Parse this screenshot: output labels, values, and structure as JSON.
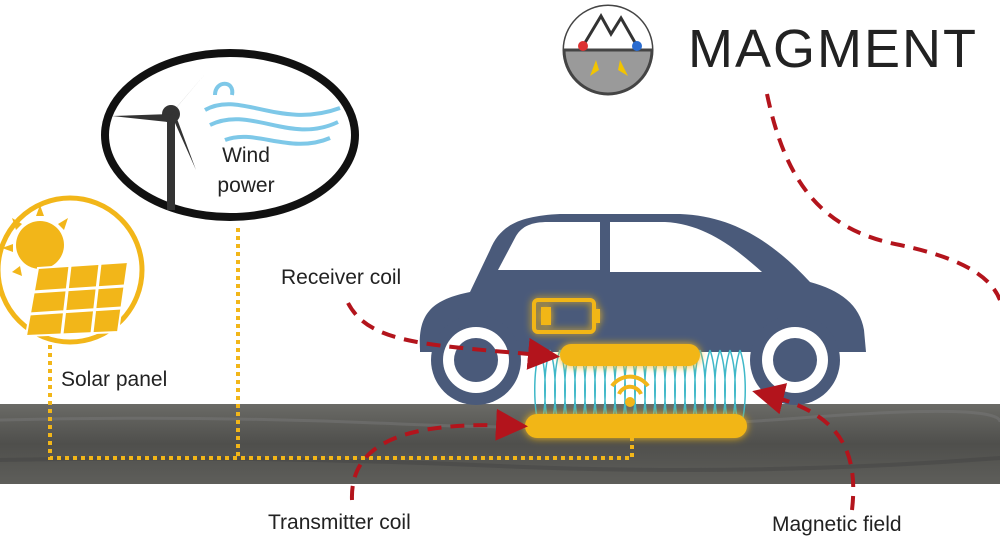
{
  "brand": {
    "name": "MAGMENT"
  },
  "labels": {
    "wind": [
      "Wind",
      "power"
    ],
    "solar": "Solar panel",
    "receiver": "Receiver coil",
    "transmitter": "Transmitter coil",
    "magnetic": "Magnetic field"
  },
  "colors": {
    "car": "#4a5a7a",
    "road": "#5a5a58",
    "wire": "#f2b619",
    "sun": "#f2b619",
    "arrow": "#b3141c",
    "field": "#3fb8c8",
    "outline": "#111111"
  },
  "icons": [
    "magment-logo-icon",
    "wind-turbine-icon",
    "wind-gust-icon",
    "sun-icon",
    "solar-panel-icon",
    "car-icon",
    "battery-icon",
    "wireless-signal-icon"
  ]
}
